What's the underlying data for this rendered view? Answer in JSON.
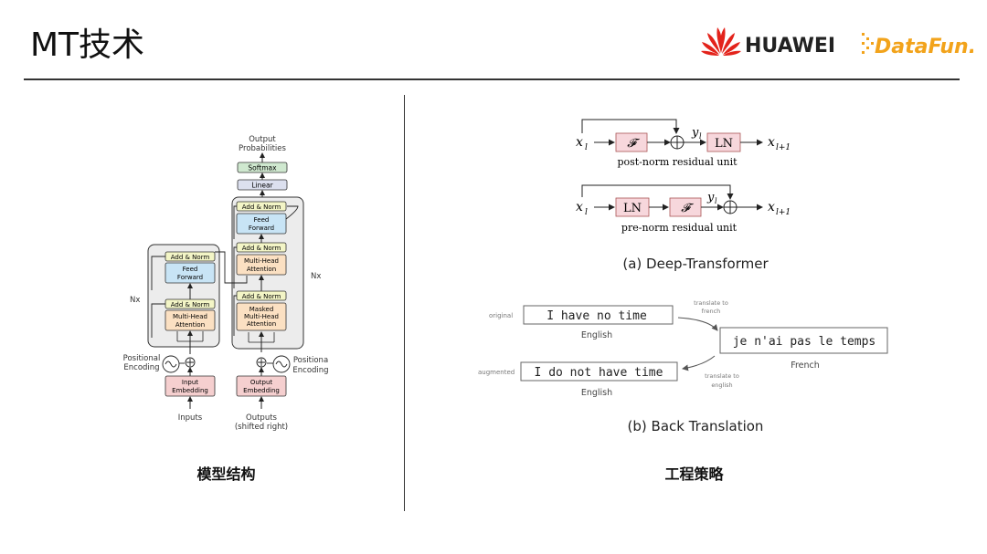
{
  "slide": {
    "title": "MT技术",
    "logos": {
      "huawei": "HUAWEI",
      "datafun": "DataFun."
    }
  },
  "transformer": {
    "output_probabilities": [
      "Output",
      "Probabilities"
    ],
    "softmax": "Softmax",
    "linear": "Linear",
    "add_norm": "Add & Norm",
    "feed_forward": [
      "Feed",
      "Forward"
    ],
    "multi_head_attention": [
      "Multi-Head",
      "Attention"
    ],
    "masked_multi_head_attention": [
      "Masked",
      "Multi-Head",
      "Attention"
    ],
    "nx": "Nx",
    "positional_encoding_left": [
      "Positional",
      "Encoding"
    ],
    "positional_encoding_right": [
      "Positiona",
      "Encoding"
    ],
    "input_embedding": [
      "Input",
      "Embedding"
    ],
    "output_embedding": [
      "Output",
      "Embedding"
    ],
    "inputs": "Inputs",
    "outputs": [
      "Outputs",
      "(shifted right)"
    ]
  },
  "deep_transformer": {
    "x_l": "x",
    "x_l_sub": "l",
    "y_l": "y",
    "y_l_sub": "l",
    "x_next": "x",
    "x_next_sub": "l+1",
    "F": "𝓕",
    "LN": "LN",
    "post_norm_label": "post-norm residual unit",
    "pre_norm_label": "pre-norm residual unit",
    "caption": "(a) Deep-Transformer"
  },
  "back_translation": {
    "original_label": "original",
    "original_sentence": "I have no time",
    "original_lang": "English",
    "augmented_label": "augmented",
    "augmented_sentence": "I do not have time",
    "augmented_lang": "English",
    "translate_to_french": [
      "translate to",
      "french"
    ],
    "translate_to_english": [
      "translate to",
      "english"
    ],
    "french_sentence": "je n'ai pas le temps",
    "french_lang": "French",
    "caption": "(b) Back Translation"
  },
  "captions": {
    "left": "模型结构",
    "right": "工程策略"
  },
  "colors": {
    "attention_fill": "#fbe0c2",
    "feed_forward_fill": "#c8e4f5",
    "add_norm_fill": "#f3f5c6",
    "embedding_fill": "#f5cfcf",
    "softmax_fill": "#cfe8cf",
    "linear_fill": "#dce0ef",
    "block_fill": "#ececec",
    "ln_fill": "#f7d7dc",
    "huawei_red": "#e3231b",
    "datafun_orange": "#f2a31b"
  }
}
